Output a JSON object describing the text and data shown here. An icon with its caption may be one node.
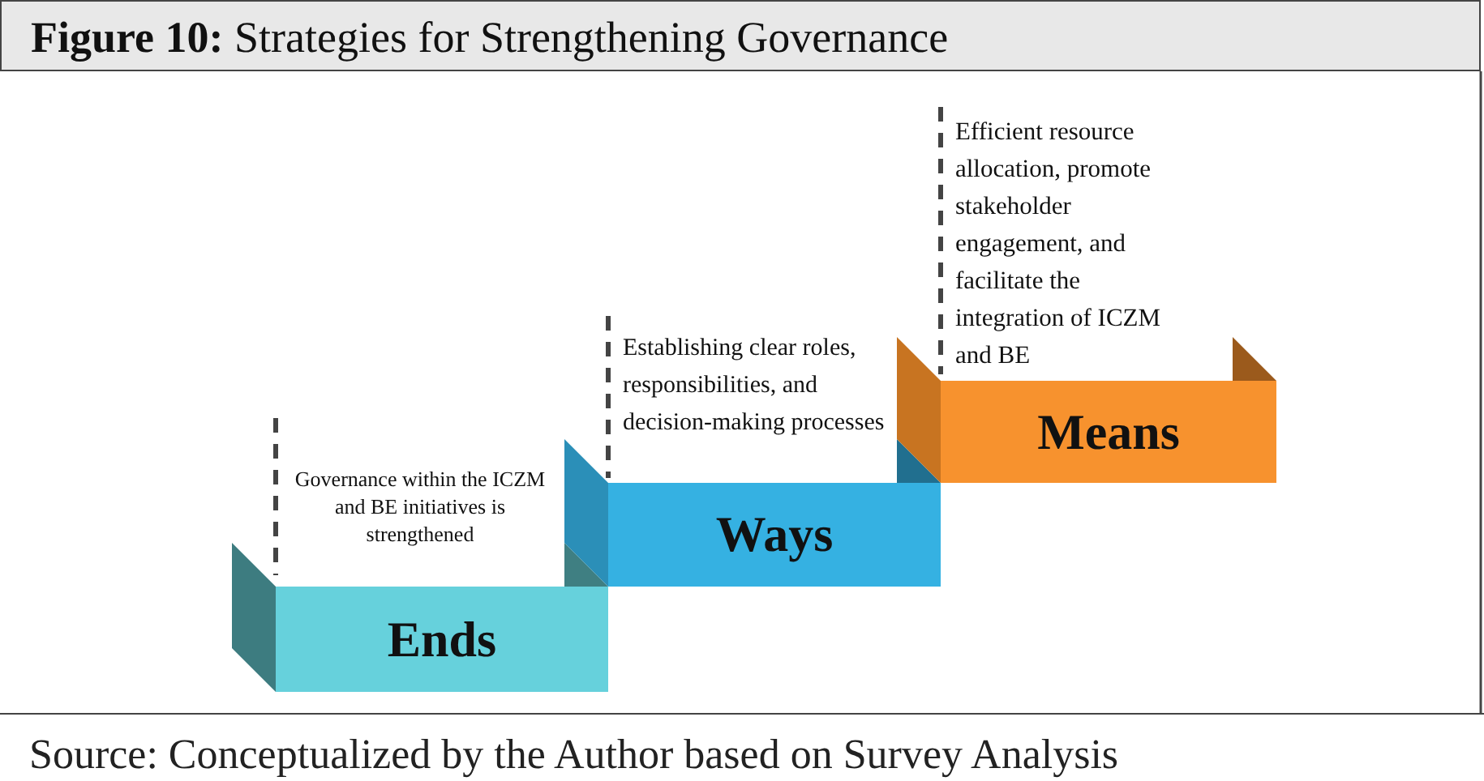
{
  "diagram": {
    "title": "**Figure 10:** Strategies for Strengthening Governance",
    "caption": "Source: Conceptualized by the Author based on Survey Analysis",
    "nodes": [
      {
        "text": [
          "Ends"
        ],
        "beside": [
          "Governance within the ICZM and BE initiatives is strengthened"
        ]
      },
      {
        "text": [
          "Ways"
        ],
        "beside": [
          "Establishing clear roles, responsibilities, and decision-making processes"
        ]
      },
      {
        "text": [
          "Means"
        ],
        "beside": [
          "Efficient resource allocation, promote stakeholder engagement, and facilitate the integration of ICZM and BE"
        ]
      }
    ]
  }
}
